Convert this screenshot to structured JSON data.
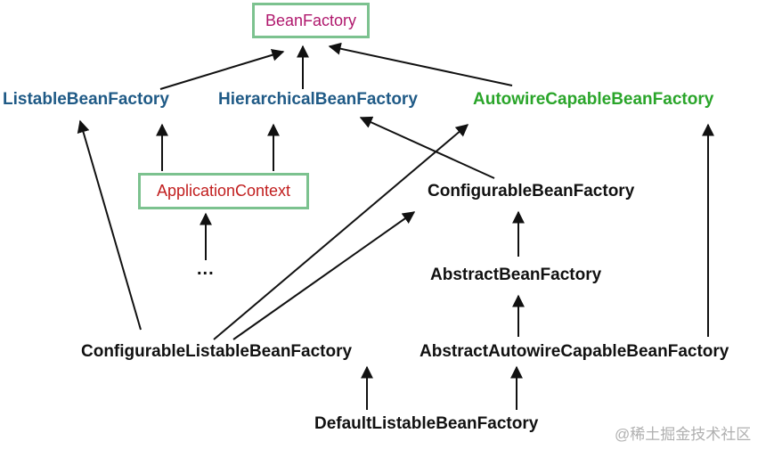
{
  "colors": {
    "black": "#111111",
    "blue": "#1f5a86",
    "green": "#2aa52a",
    "magenta": "#b0186d",
    "red": "#c11e1e",
    "box_border": "#7cc28f",
    "arrow": "#111111",
    "watermark": "#b0b0b0"
  },
  "nodes": {
    "bean_factory": "BeanFactory",
    "listable_bean_factory": "ListableBeanFactory",
    "hierarchical_bean_factory": "HierarchicalBeanFactory",
    "autowire_capable_bean_factory": "AutowireCapableBeanFactory",
    "application_context": "ApplicationContext",
    "configurable_bean_factory": "ConfigurableBeanFactory",
    "ellipsis": "...",
    "abstract_bean_factory": "AbstractBeanFactory",
    "configurable_listable_bean_factory": "ConfigurableListableBeanFactory",
    "abstract_autowire_capable_bean_factory": "AbstractAutowireCapableBeanFactory",
    "default_listable_bean_factory": "DefaultListableBeanFactory"
  },
  "watermark": "@稀土掘金技术社区"
}
